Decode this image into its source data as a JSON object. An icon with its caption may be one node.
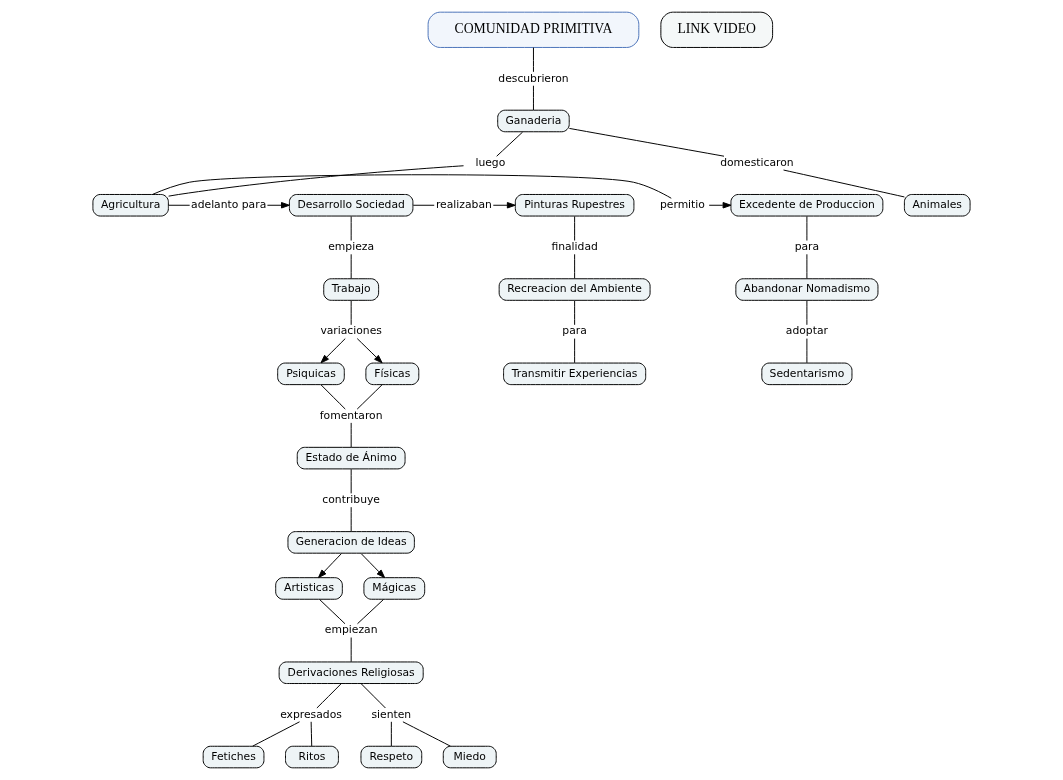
{
  "diagram": {
    "nodes": [
      {
        "text": [
          "COMUNIDAD PRIMITIVA"
        ]
      },
      {
        "text": [
          "descubrieron"
        ]
      },
      {
        "text": [
          "Ganaderia"
        ]
      },
      {
        "text": [
          "luego"
        ]
      },
      {
        "text": [
          "domesticaron"
        ]
      },
      {
        "text": [
          "Animales"
        ]
      },
      {
        "text": [
          "Agricultura"
        ]
      },
      {
        "text": [
          "permitio"
        ]
      },
      {
        "text": [
          "Excedente de Produccion"
        ]
      },
      {
        "text": [
          "adelanto para"
        ]
      },
      {
        "text": [
          "Desarrollo Sociedad"
        ]
      },
      {
        "text": [
          "realizaban"
        ]
      },
      {
        "text": [
          "Pinturas Rupestres"
        ]
      },
      {
        "text": [
          "para"
        ]
      },
      {
        "text": [
          "Abandonar Nomadismo"
        ]
      },
      {
        "text": [
          "adoptar"
        ]
      },
      {
        "text": [
          "Sedentarismo"
        ]
      },
      {
        "text": [
          "empieza"
        ]
      },
      {
        "text": [
          "Trabajo"
        ]
      },
      {
        "text": [
          "finalidad"
        ]
      },
      {
        "text": [
          "Recreacion del Ambiente"
        ]
      },
      {
        "text": [
          "para"
        ]
      },
      {
        "text": [
          "Transmitir Experiencias"
        ]
      },
      {
        "text": [
          "variaciones"
        ]
      },
      {
        "text": [
          "Físicas"
        ]
      },
      {
        "text": [
          "Psiquicas"
        ]
      },
      {
        "text": [
          "fomentaron"
        ]
      },
      {
        "text": [
          "Estado de Ánimo"
        ]
      },
      {
        "text": [
          "contribuye"
        ]
      },
      {
        "text": [
          "Generacion de Ideas"
        ]
      },
      {
        "text": [
          "Artisticas"
        ]
      },
      {
        "text": [
          "Mágicas"
        ]
      },
      {
        "text": [
          "empiezan"
        ]
      },
      {
        "text": [
          "expresados"
        ]
      },
      {
        "text": [
          "Derivaciones Religiosas"
        ]
      },
      {
        "text": [
          "sienten"
        ]
      },
      {
        "text": [
          "Fetiches"
        ]
      },
      {
        "text": [
          "Ritos"
        ]
      },
      {
        "text": [
          "Respeto"
        ]
      },
      {
        "text": [
          "Miedo"
        ]
      },
      {
        "text": [
          "LINK VIDEO"
        ]
      }
    ],
    "edges": [
      {
        "from": 0,
        "to": 1,
        "arrow": "none"
      },
      {
        "from": 1,
        "to": 2,
        "arrow": "none"
      },
      {
        "from": 2,
        "to": 3,
        "arrow": "none"
      },
      {
        "from": 3,
        "to": 6,
        "arrow": "none"
      },
      {
        "from": 2,
        "to": 4,
        "arrow": "none"
      },
      {
        "from": 4,
        "to": 5,
        "arrow": "none"
      },
      {
        "from": 6,
        "to": 7,
        "arrow": "none"
      },
      {
        "from": 7,
        "to": 8,
        "arrow": "to"
      },
      {
        "from": 6,
        "to": 9,
        "arrow": "none"
      },
      {
        "from": 9,
        "to": 10,
        "arrow": "to"
      },
      {
        "from": 10,
        "to": 11,
        "arrow": "none"
      },
      {
        "from": 11,
        "to": 12,
        "arrow": "to"
      },
      {
        "from": 8,
        "to": 13,
        "arrow": "none"
      },
      {
        "from": 13,
        "to": 14,
        "arrow": "none"
      },
      {
        "from": 14,
        "to": 15,
        "arrow": "none"
      },
      {
        "from": 15,
        "to": 16,
        "arrow": "none"
      },
      {
        "from": 10,
        "to": 17,
        "arrow": "none"
      },
      {
        "from": 17,
        "to": 18,
        "arrow": "none"
      },
      {
        "from": 12,
        "to": 19,
        "arrow": "none"
      },
      {
        "from": 19,
        "to": 20,
        "arrow": "none"
      },
      {
        "from": 20,
        "to": 21,
        "arrow": "none"
      },
      {
        "from": 21,
        "to": 22,
        "arrow": "none"
      },
      {
        "from": 18,
        "to": 23,
        "arrow": "none"
      },
      {
        "from": 23,
        "to": 24,
        "arrow": "to"
      },
      {
        "from": 23,
        "to": 25,
        "arrow": "to"
      },
      {
        "from": 24,
        "to": 26,
        "arrow": "none"
      },
      {
        "from": 25,
        "to": 26,
        "arrow": "none"
      },
      {
        "from": 26,
        "to": 27,
        "arrow": "none"
      },
      {
        "from": 27,
        "to": 28,
        "arrow": "none"
      },
      {
        "from": 28,
        "to": 29,
        "arrow": "none"
      },
      {
        "from": 29,
        "to": 30,
        "arrow": "to"
      },
      {
        "from": 29,
        "to": 31,
        "arrow": "to"
      },
      {
        "from": 30,
        "to": 32,
        "arrow": "none"
      },
      {
        "from": 31,
        "to": 32,
        "arrow": "none"
      },
      {
        "from": 32,
        "to": 34,
        "arrow": "none"
      },
      {
        "from": 34,
        "to": 33,
        "arrow": "none"
      },
      {
        "from": 33,
        "to": 36,
        "arrow": "none"
      },
      {
        "from": 33,
        "to": 37,
        "arrow": "none"
      },
      {
        "from": 34,
        "to": 35,
        "arrow": "none"
      },
      {
        "from": 35,
        "to": 38,
        "arrow": "none"
      },
      {
        "from": 35,
        "to": 39,
        "arrow": "none"
      }
    ]
  }
}
